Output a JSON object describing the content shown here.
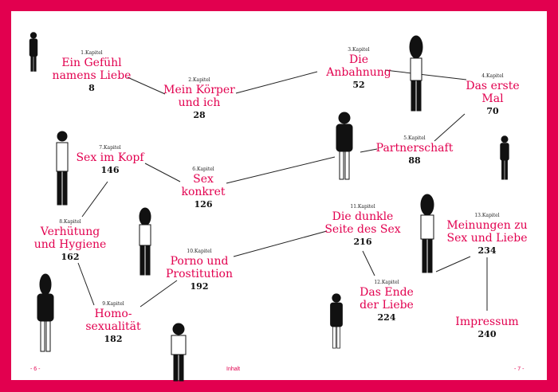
{
  "chapters": [
    {
      "kapitel": "1.Kapitel",
      "title": "Ein Gefühl namens Liebe",
      "page": "8"
    },
    {
      "kapitel": "2.Kapitel",
      "title": "Mein Körper und ich",
      "page": "28"
    },
    {
      "kapitel": "3.Kapitel",
      "title": "Die Anbahnung",
      "page": "52"
    },
    {
      "kapitel": "4.Kapitel",
      "title": "Das erste Mal",
      "page": "70"
    },
    {
      "kapitel": "5.Kapitel",
      "title": "Partnerschaft",
      "page": "88"
    },
    {
      "kapitel": "6.Kapitel",
      "title": "Sex konkret",
      "page": "126"
    },
    {
      "kapitel": "7.Kapitel",
      "title": "Sex im Kopf",
      "page": "146"
    },
    {
      "kapitel": "8.Kapitel",
      "title": "Verhütung und Hygiene",
      "page": "162"
    },
    {
      "kapitel": "9.Kapitel",
      "title": "Homo-sexualität",
      "page": "182"
    },
    {
      "kapitel": "10.Kapitel",
      "title": "Porno und Prostitution",
      "page": "192"
    },
    {
      "kapitel": "11.Kapitel",
      "title": "Die dunkle Seite des Sex",
      "page": "216"
    },
    {
      "kapitel": "12.Kapitel",
      "title": "Das Ende der Liebe",
      "page": "224"
    },
    {
      "kapitel": "13.Kapitel",
      "title": "Meinungen zu Sex und Liebe",
      "page": "234"
    },
    {
      "kapitel": "",
      "title": "Impressum",
      "page": "240"
    }
  ],
  "title_lines": {
    "c1": [
      "Ein Gefühl",
      "namens Liebe"
    ],
    "c2": [
      "Mein Körper",
      "und ich"
    ],
    "c3": [
      "Die",
      "Anbahnung"
    ],
    "c4": [
      "Das erste",
      "Mal"
    ],
    "c6": [
      "Sex",
      "konkret"
    ],
    "c8": [
      "Verhütung",
      "und Hygiene"
    ],
    "c9": [
      "Homo-",
      "sexualität"
    ],
    "c10": [
      "Porno und",
      "Prostitution"
    ],
    "c11": [
      "Die dunkle",
      "Seite des Sex"
    ],
    "c12": [
      "Das Ende",
      "der Liebe"
    ],
    "c13": [
      "Meinungen zu",
      "Sex und Liebe"
    ]
  },
  "footer": {
    "left": "- 6 -",
    "center": "Inhalt",
    "right": "- 7 -"
  },
  "colors": {
    "accent": "#e2004f"
  }
}
